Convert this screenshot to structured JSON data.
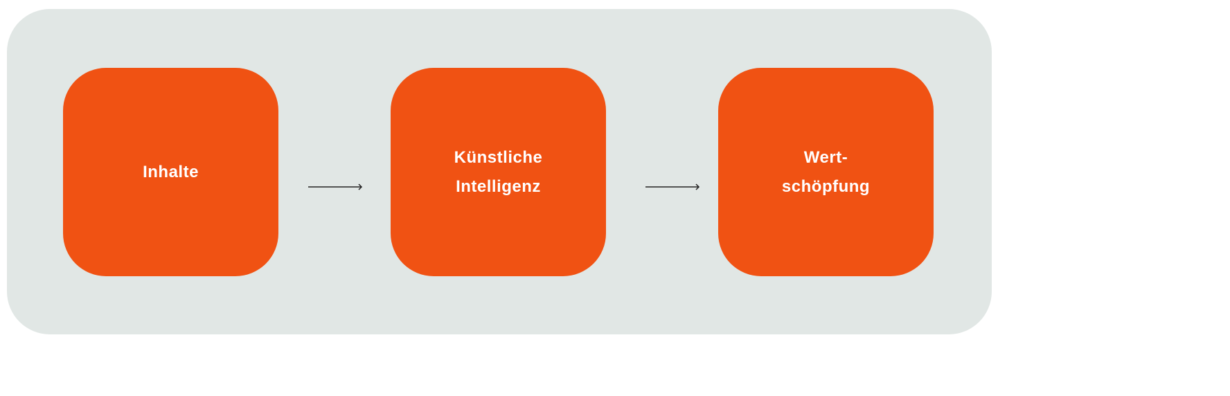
{
  "colors": {
    "panel": "#e1e7e5",
    "box": "#f05213",
    "text": "#ffffff",
    "arrow": "#222222"
  },
  "steps": [
    {
      "lines": [
        "Inhalte"
      ]
    },
    {
      "lines": [
        "Künstliche",
        "Intelligenz"
      ]
    },
    {
      "lines": [
        "Wert-",
        "schöpfung"
      ]
    }
  ],
  "arrows": [
    {
      "icon": "arrow-right-icon"
    },
    {
      "icon": "arrow-right-icon"
    }
  ]
}
